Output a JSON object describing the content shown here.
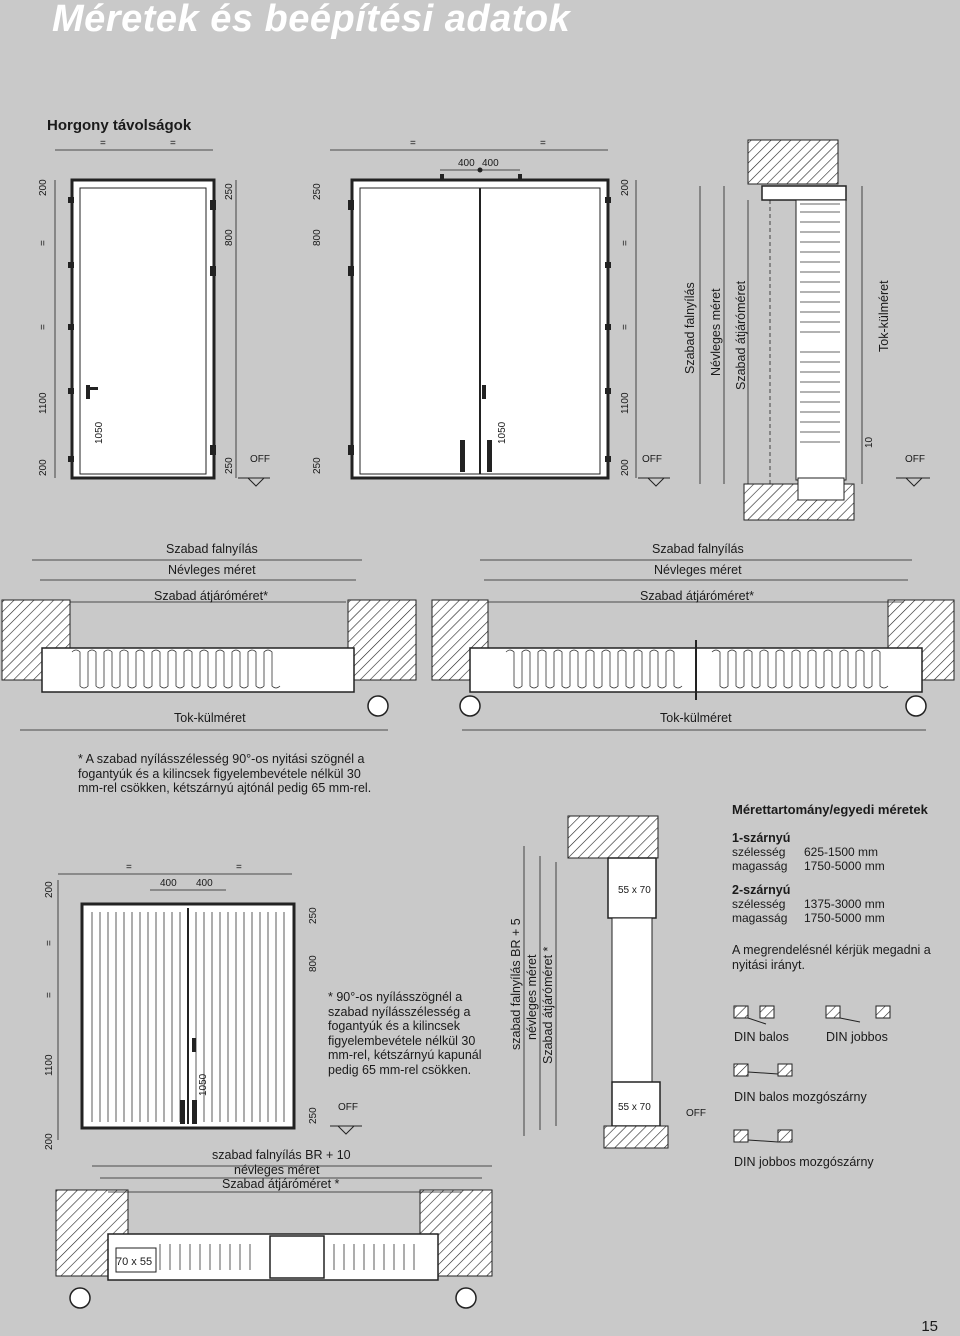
{
  "header": {
    "title": "Méretek és beépítési adatok"
  },
  "section": {
    "title": "Horgony távolságok"
  },
  "elevation": {
    "eq": "=",
    "d200": "200",
    "d250": "250",
    "d800": "800",
    "d1100": "1100",
    "d1050": "1050",
    "d400": "400",
    "d10": "10",
    "off": "OFF"
  },
  "vertical_labels": {
    "free_opening": "Szabad falnyílás",
    "nominal": "Névleges méret",
    "clear_passage": "Szabad átjáróméret",
    "frame_outer": "Tok-külméret"
  },
  "plan": {
    "free_opening": "Szabad falnyílás",
    "nominal": "Névleges méret",
    "clear_passage": "Szabad átjáróméret*",
    "frame_outer": "Tok-külméret"
  },
  "footnote1": "* A szabad nyílásszélesség 90°-os nyitási szögnél a fogantyúk és a kilincsek figyelembevétele nélkül 30 mm-rel csökken, kétszárnyú ajtónál pedig 65 mm-rel.",
  "footnote2": "* 90°-os nyílásszögnél a szabad nyílásszélesség a fogantyúk és a kilincsek figyelembevétele nélkül 30 mm-rel, kétszárnyú kapunál pedig 65 mm-rel csökken.",
  "lower": {
    "br10": "szabad falnyílás BR + 10",
    "nominal": "névleges méret",
    "clear": "Szabad átjáróméret *",
    "br5": "szabad falnyílás BR + 5",
    "nominal_v": "névleges méret",
    "clear_v": "Szabad átjáróméret *",
    "section55": "55 x 70",
    "section70": "70 x 55"
  },
  "specs": {
    "title": "Mérettartomány/egyedi méretek",
    "single": {
      "label": "1-szárnyú",
      "width_label": "szélesség",
      "width": "625-1500 mm",
      "height_label": "magasság",
      "height": "1750-5000 mm"
    },
    "double": {
      "label": "2-szárnyú",
      "width_label": "szélesség",
      "width": "1375-3000 mm",
      "height_label": "magasság",
      "height": "1750-5000 mm"
    },
    "note": "A megrendelésnél kérjük megadni a nyitási irányt.",
    "din_left": "DIN balos",
    "din_right": "DIN jobbos",
    "din_left_moving": "DIN balos mozgószárny",
    "din_right_moving": "DIN jobbos mozgószárny"
  },
  "page": {
    "number": "15"
  }
}
